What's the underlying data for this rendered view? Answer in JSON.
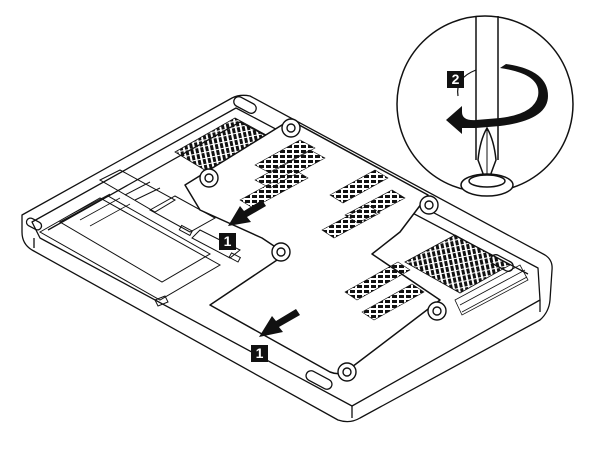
{
  "figure": {
    "step_labels": {
      "upper_slide": "1",
      "lower_slide": "1",
      "screwdriver_turn": "2"
    },
    "icons": {
      "screw": "screw-icon",
      "slide_arrow": "arrow-icon",
      "rotation_arrow": "rotation-arrow-icon",
      "screwdriver": "screwdriver-icon"
    },
    "colors": {
      "line": "#111111",
      "fill": "#ffffff",
      "label_bg": "#111111",
      "label_text": "#ffffff"
    }
  }
}
